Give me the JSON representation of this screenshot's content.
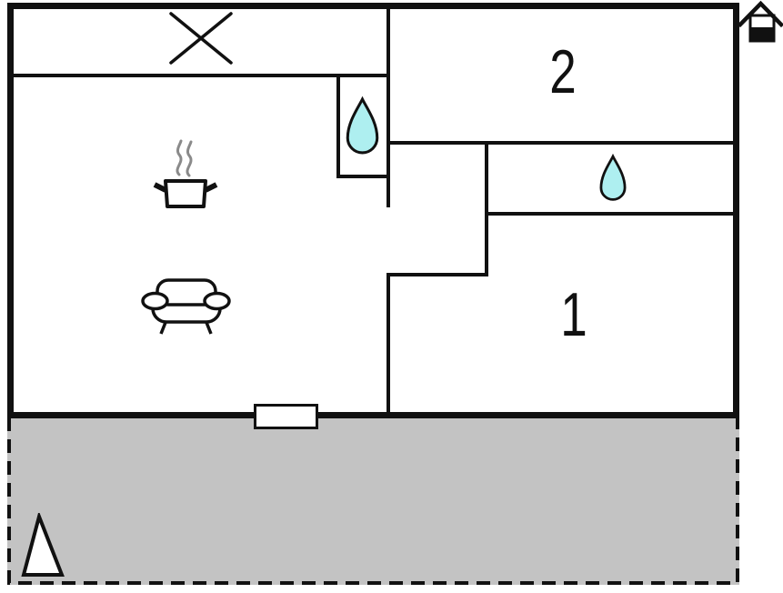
{
  "floorplan": {
    "rooms": [
      {
        "label": "2"
      },
      {
        "label": "1"
      }
    ],
    "icons": {
      "cross": "x-cross-marker",
      "pot": "steaming-pot",
      "sofa": "sofa",
      "drop_shower": "water-drop",
      "drop_bath": "water-drop",
      "house": "house-marker",
      "tree": "cone-tree",
      "door": "door-opening"
    },
    "colors": {
      "wall": "#111111",
      "background": "#ffffff",
      "terrace_fill": "#c3c3c3",
      "water_fill": "#aeeff0",
      "steam": "#8a8a8a"
    }
  }
}
